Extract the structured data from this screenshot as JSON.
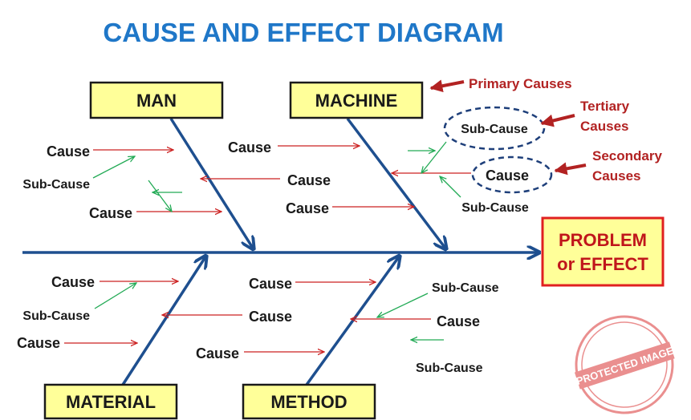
{
  "title": "CAUSE AND EFFECT DIAGRAM",
  "categories": {
    "man": "MAN",
    "machine": "MACHINE",
    "material": "MATERIAL",
    "method": "METHOD"
  },
  "effect": {
    "line1": "PROBLEM",
    "line2": "or EFFECT"
  },
  "labels": {
    "cause": "Cause",
    "sub_cause": "Sub-Cause"
  },
  "annotations": {
    "primary": "Primary Causes",
    "tertiary_1": "Tertiary",
    "tertiary_2": "Causes",
    "secondary_1": "Secondary",
    "secondary_2": "Causes"
  },
  "watermark": {
    "text": "PROTECTED IMAGE"
  },
  "colors": {
    "title": "#1f77c8",
    "bone": "#1e4f8f",
    "box_fill": "#ffff99",
    "effect_border": "#e02020",
    "cause_arrow": "#cc2222",
    "subcause_arrow": "#22aa55",
    "annotation": "#b22222"
  }
}
